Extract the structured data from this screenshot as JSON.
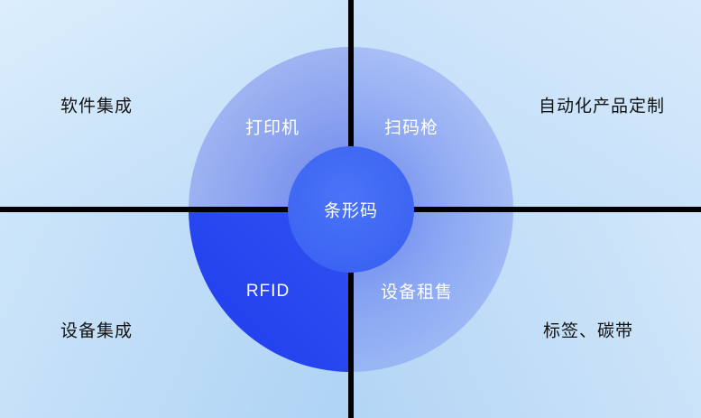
{
  "diagram": {
    "center": "条形码",
    "segments": {
      "top_left": "打印机",
      "top_right": "扫码枪",
      "bottom_left": "RFID",
      "bottom_right": "设备租售"
    },
    "corners": {
      "top_left": "软件集成",
      "top_right": "自动化产品定制",
      "bottom_left": "设备集成",
      "bottom_right": "标签、碳带"
    }
  },
  "colors": {
    "background_light_blue": "#C5DEF7",
    "circle_overlay_blue": "#8BA0EC",
    "rfid_segment_blue": "#2A48EE",
    "center_circle_blue": "#3D66F4",
    "divider_black": "#000000",
    "corner_text": "#121212",
    "circle_text": "#FFFFFF"
  }
}
